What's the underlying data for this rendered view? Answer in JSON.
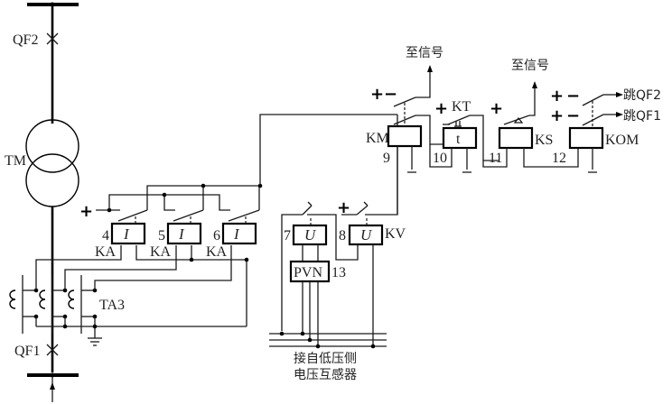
{
  "diagram": {
    "title": "Transformer overcurrent protection with low-voltage start",
    "primary": {
      "breaker_top": "QF2",
      "transformer": "TM",
      "breaker_bottom": "QF1",
      "ct": "TA3"
    },
    "current_relays": [
      {
        "number": "4",
        "name": "KA",
        "symbol": "I"
      },
      {
        "number": "5",
        "name": "KA",
        "symbol": "I"
      },
      {
        "number": "6",
        "name": "KA",
        "symbol": "I"
      }
    ],
    "voltage_relays": [
      {
        "number": "7",
        "name": "",
        "symbol": "U"
      },
      {
        "number": "8",
        "name": "KV",
        "symbol": "U"
      }
    ],
    "pvn": {
      "label": "PVN",
      "number": "13"
    },
    "km": {
      "name": "KM",
      "number": "9"
    },
    "kt": {
      "name": "KT",
      "number": "10",
      "symbol": "t"
    },
    "ks": {
      "name": "KS",
      "number": "11"
    },
    "kom": {
      "name": "KOM",
      "number": "12"
    },
    "signals": {
      "to_signal_1": "至信号",
      "to_signal_2": "至信号",
      "trip_qf2": "跳QF2",
      "trip_qf1": "跳QF1"
    },
    "polarity": {
      "plus": "+",
      "minus": "−"
    },
    "vt_note_line1": "接自低压侧",
    "vt_note_line2": "电压互感器"
  }
}
